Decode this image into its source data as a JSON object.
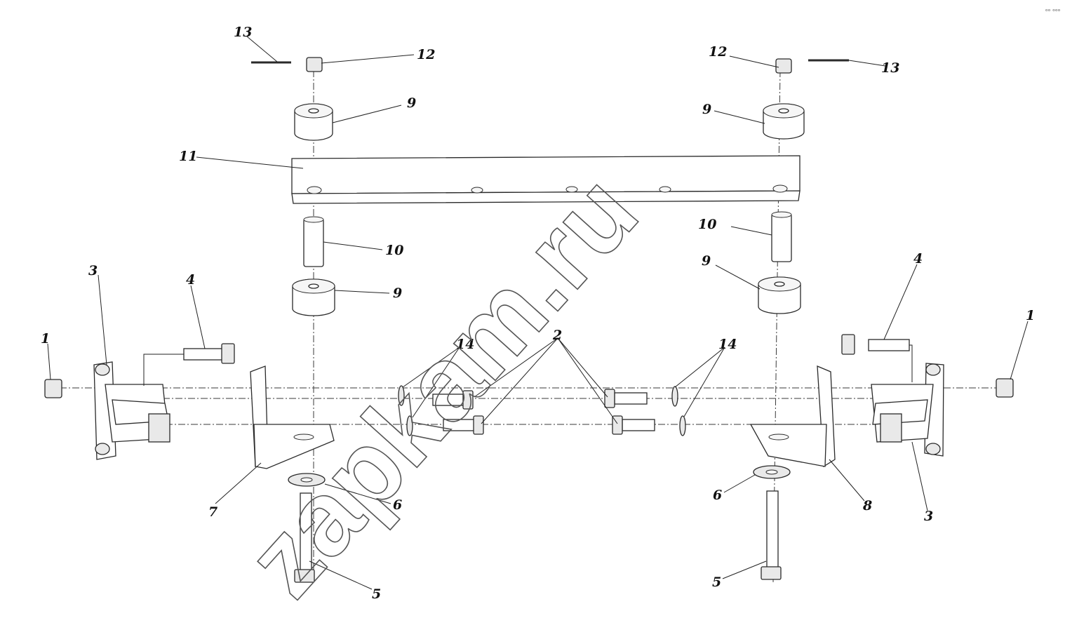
{
  "diagram": {
    "callouts": [
      {
        "id": "c13-top-left",
        "label": "13"
      },
      {
        "id": "c12-top-left",
        "label": "12"
      },
      {
        "id": "c9-top-left",
        "label": "9"
      },
      {
        "id": "c11",
        "label": "11"
      },
      {
        "id": "c10-left",
        "label": "10"
      },
      {
        "id": "c9-mid-left",
        "label": "9"
      },
      {
        "id": "c3-left",
        "label": "3"
      },
      {
        "id": "c4-left",
        "label": "4"
      },
      {
        "id": "c1-left",
        "label": "1"
      },
      {
        "id": "c14-left",
        "label": "14"
      },
      {
        "id": "c2",
        "label": "2"
      },
      {
        "id": "c7",
        "label": "7"
      },
      {
        "id": "c6-left",
        "label": "6"
      },
      {
        "id": "c5-left",
        "label": "5"
      },
      {
        "id": "c12-top-right",
        "label": "12"
      },
      {
        "id": "c13-top-right",
        "label": "13"
      },
      {
        "id": "c9-top-right",
        "label": "9"
      },
      {
        "id": "c10-right",
        "label": "10"
      },
      {
        "id": "c9-mid-right",
        "label": "9"
      },
      {
        "id": "c4-right",
        "label": "4"
      },
      {
        "id": "c1-right",
        "label": "1"
      },
      {
        "id": "c14-right",
        "label": "14"
      },
      {
        "id": "c6-right",
        "label": "6"
      },
      {
        "id": "c8",
        "label": "8"
      },
      {
        "id": "c3-right",
        "label": "3"
      },
      {
        "id": "c5-right",
        "label": "5"
      }
    ]
  },
  "watermark": {
    "text": "zapkam.ru"
  },
  "corner_mark": {
    "text": "ₒₒ ₒₒₒ"
  }
}
